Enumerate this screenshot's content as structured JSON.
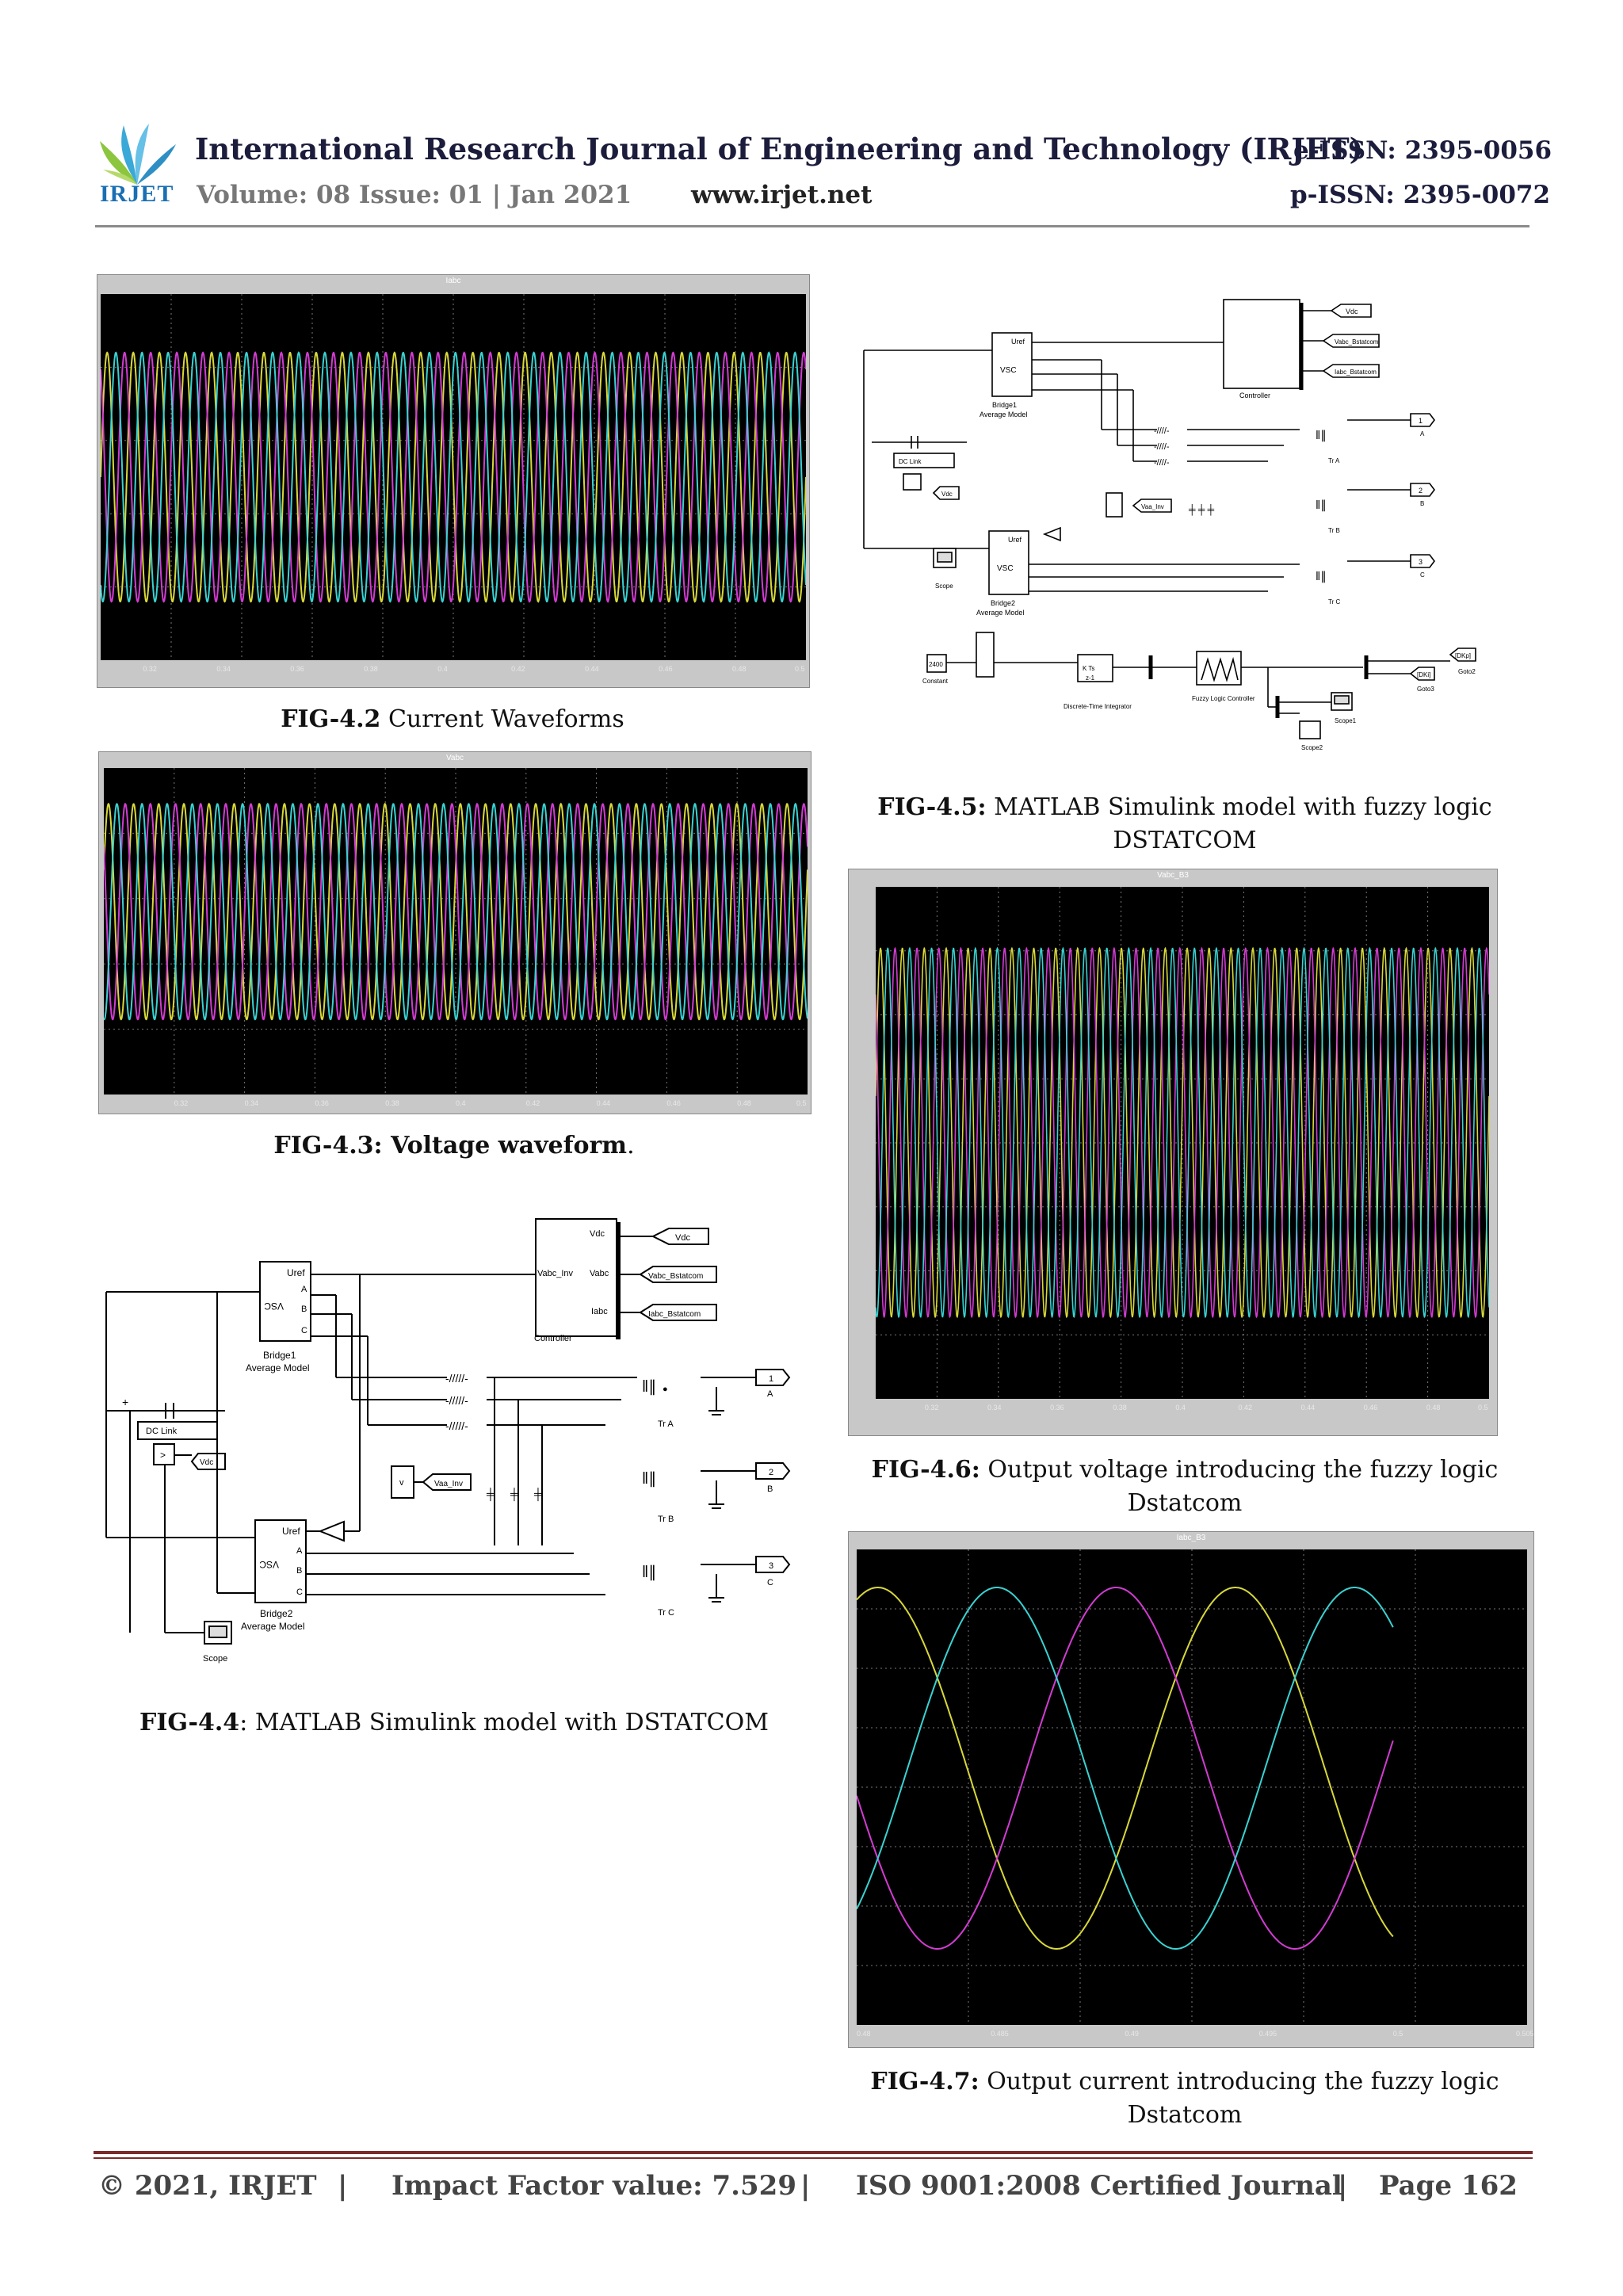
{
  "header": {
    "logo_text": "IRJET",
    "journal_title": "International Research Journal of Engineering and Technology (IRJET)",
    "volume": "Volume: 08 Issue: 01 | Jan 2021",
    "website": "www.irjet.net",
    "eissn": "e-ISSN: 2395-0056",
    "pissn": "p-ISSN: 2395-0072"
  },
  "figures": {
    "fig42": {
      "num": "FIG-4.2",
      "text": " Current Waveforms",
      "scope_title": "Iabc",
      "ticks": [
        "0.32",
        "0.34",
        "0.36",
        "0.38",
        "0.4",
        "0.42",
        "0.44",
        "0.46",
        "0.48",
        "0.5"
      ]
    },
    "fig43": {
      "num": "FIG-4.3:",
      "text": " Voltage waveform",
      "tail": ".",
      "scope_title": "Vabc",
      "ticks": [
        "0.32",
        "0.34",
        "0.36",
        "0.38",
        "0.4",
        "0.42",
        "0.44",
        "0.46",
        "0.48",
        "0.5"
      ]
    },
    "fig44": {
      "num": "FIG-4.4",
      "text": ": MATLAB Simulink model with DSTATCOM"
    },
    "fig45": {
      "num": "FIG-4.5:",
      "text": " MATLAB Simulink model with fuzzy logic",
      "line2": "DSTATCOM"
    },
    "fig46": {
      "num": "FIG-4.6:",
      "text": " Output voltage introducing the fuzzy logic",
      "line2": "Dstatcom",
      "scope_title": "Vabc_B3",
      "ticks": [
        "0.32",
        "0.34",
        "0.36",
        "0.38",
        "0.4",
        "0.42",
        "0.44",
        "0.46",
        "0.48",
        "0.5"
      ],
      "origin": "0"
    },
    "fig47": {
      "num": "FIG-4.7:",
      "text": " Output current introducing the fuzzy logic",
      "line2": "Dstatcom",
      "scope_title": "Iabc_B3",
      "ticks": [
        "0.48",
        "0.485",
        "0.49",
        "0.495",
        "0.5",
        "0.505"
      ]
    }
  },
  "diagram_labels": {
    "vdc": "Vdc",
    "vabc_inv": "Vabc_Inv",
    "vabc": "Vabc",
    "iabc": "Iabc",
    "vabc_bstatcom": "Vabc_Bstatcom",
    "iabc_bstatcom": "Iabc_Bstatcom",
    "controller": "Controller",
    "uref": "Uref",
    "vsc": "VSC",
    "bridge1": "Bridge1",
    "bridge2": "Bridge2",
    "average_model": "Average Model",
    "dc_link": "DC Link",
    "vaa_inv": "Vaa_Inv",
    "scope": "Scope",
    "scope1": "Scope1",
    "scope2": "Scope2",
    "tra": "Tr A",
    "trb": "Tr B",
    "trc": "Tr C",
    "phase_a": "A",
    "phase_b": "B",
    "phase_c": "C",
    "port1": "1",
    "port2": "2",
    "port3": "3",
    "const_val": "2400",
    "constant": "Constant",
    "integrator": "Discrete-Time Integrator",
    "fuzzy": "Fuzzy Logic Controller",
    "goto2": "Goto2",
    "goto3": "Goto3",
    "dki": "[DKi]",
    "dkp": "[DKp]",
    "kts": "K Ts",
    "z1": "z-1"
  },
  "footer": {
    "copyright": "© 2021, IRJET",
    "sep": "|",
    "impact": "Impact Factor value: 7.529",
    "iso": "ISO 9001:2008 Certified Journal",
    "page": "Page 162"
  },
  "colors": {
    "yellow": "#d8d83a",
    "magenta": "#d23cd2",
    "cyan": "#3ad2d2",
    "scope_bg": "#000000",
    "rule": "#7a2a2a"
  }
}
